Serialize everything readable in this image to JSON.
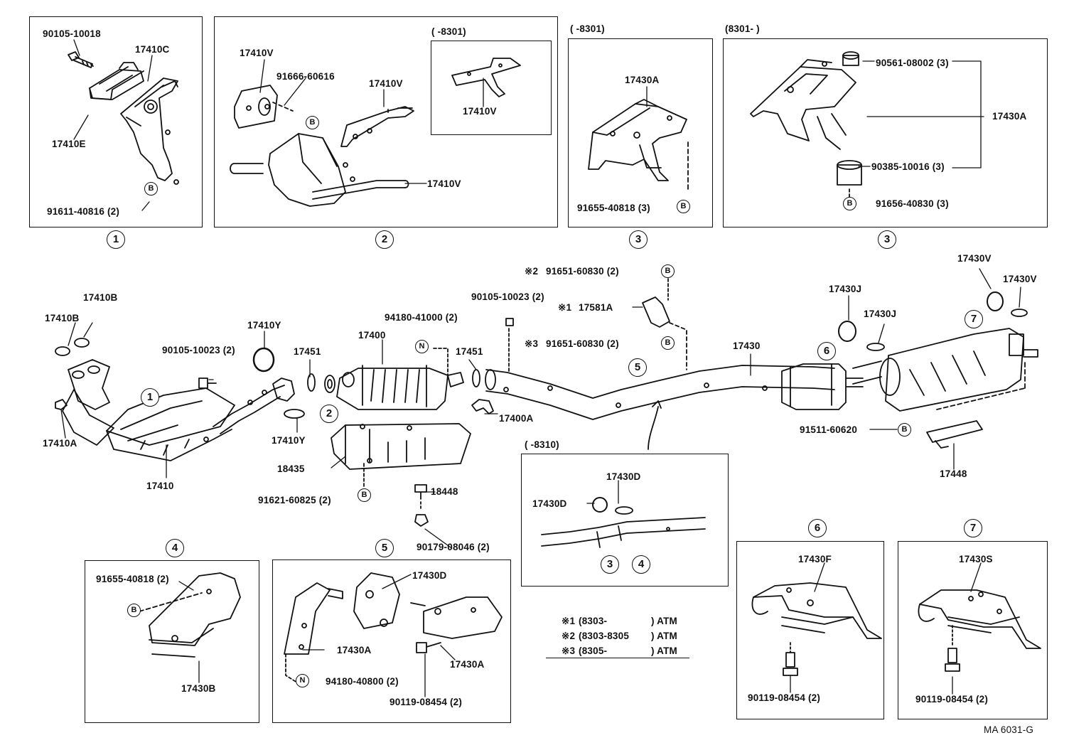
{
  "sections": {
    "s1": {
      "number": "1",
      "parts": {
        "bolt": "90105-10018",
        "bracket_c": "17410C",
        "bracket_e": "17410E",
        "bolts": "91611-40816 (2)"
      }
    },
    "s2": {
      "number": "2",
      "date_range": "(        -8301)",
      "parts": {
        "bracket_v_top": "17410V",
        "bolt": "91666-60616",
        "bracket_v_mid": "17410V",
        "bracket_v_bottom": "17410V",
        "bracket_v_inset": "17410V"
      }
    },
    "s3a": {
      "number": "3",
      "date_range": "(        -8301)",
      "parts": {
        "hanger": "17430A",
        "bolts": "91655-40818 (3)"
      }
    },
    "s3b": {
      "number": "3",
      "date_range": "(8301-        )",
      "parts": {
        "collar": "90561-08002 (3)",
        "hanger": "17430A",
        "cushion": "90385-10016 (3)",
        "bolts": "91656-40830 (3)"
      }
    },
    "s4": {
      "number": "4",
      "parts": {
        "bolts": "91655-40818 (2)",
        "bracket_b": "17430B"
      }
    },
    "s5": {
      "number": "5",
      "parts": {
        "hanger_d": "17430D",
        "hanger_a_left": "17430A",
        "hanger_a_right": "17430A",
        "nut": "94180-40800 (2)",
        "bolt": "90119-08454 (2)"
      }
    },
    "s6": {
      "number": "6",
      "parts": {
        "bracket_f": "17430F",
        "bolt": "90119-08454 (2)"
      }
    },
    "s7": {
      "number": "7",
      "parts": {
        "bracket_s": "17430S",
        "bolt": "90119-08454 (2)"
      }
    },
    "s8310": {
      "date_range": "(        -8310)",
      "parts": {
        "ring_left": "17430D",
        "ring_right": "17430D"
      },
      "refs": [
        "3",
        "4"
      ]
    }
  },
  "main": {
    "labels": {
      "gasket_b1": "17410B",
      "gasket_b2": "17410B",
      "nut_a": "17410A",
      "front_pipe": "17410",
      "bolt_front": "90105-10023 (2)",
      "gasket_y_top": "17410Y",
      "gasket_y_bottom": "17410Y",
      "gasket_451_left": "17451",
      "gasket_451_right": "17451",
      "converter": "17400",
      "nut_converter": "94180-41000 (2)",
      "bolt_center": "90105-10023 (2)",
      "converter_bracket": "17400A",
      "heat_insulator": "18435",
      "insulator_bolts": "91621-60825 (2)",
      "clip": "18448",
      "nut_clip": "90179-08046 (2)",
      "center_pipe": "17430",
      "bolt_note2": "91651-60830 (2)",
      "bracket_note1": "17581A",
      "bolt_note3": "91651-60830 (2)",
      "gasket_j1": "17430J",
      "gasket_j2": "17430J",
      "gasket_v1": "17430V",
      "gasket_v2": "17430V",
      "tail_bolt": "91511-60620",
      "tail_pipe": "17448"
    },
    "markers": {
      "note1": "※1",
      "note2": "※2",
      "note3": "※3"
    },
    "callouts": [
      "1",
      "2",
      "5",
      "6",
      "7"
    ]
  },
  "notes": [
    {
      "mark": "※1",
      "range": "(8303-",
      "suffix": ") ATM"
    },
    {
      "mark": "※2",
      "range": "(8303-8305",
      "suffix": ") ATM"
    },
    {
      "mark": "※3",
      "range": "(8305-",
      "suffix": ") ATM"
    }
  ],
  "badges": {
    "b": "B",
    "n": "N"
  },
  "footer": {
    "code": "MA 6031-G"
  }
}
